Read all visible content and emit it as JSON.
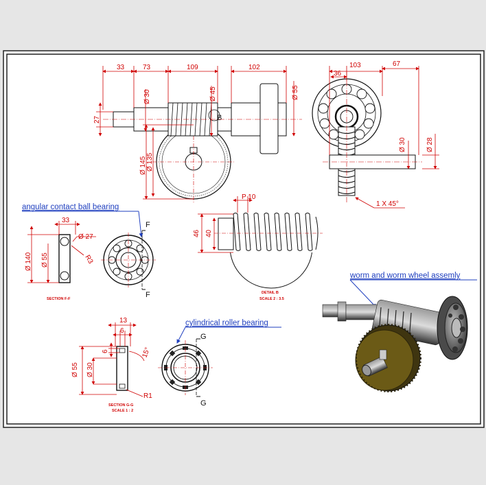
{
  "top_view": {
    "dims_top": [
      "33",
      "73",
      "109",
      "102"
    ],
    "dim_left": "27",
    "dia_30": "Ø 30",
    "dia_45": "Ø 45",
    "dia_55": "Ø 55",
    "dia_145": "Ø 145",
    "dia_135": "Ø 135",
    "detail_marker": "B"
  },
  "side_view": {
    "dim_103": "103",
    "dim_67": "67",
    "dim_36": "36",
    "dia_30": "Ø 30",
    "dia_28": "Ø 28",
    "chamfer": "1 X 45°"
  },
  "notes": {
    "angular_bearing": "angular contact ball bearing",
    "roller_bearing": "cylindrical roller bearing",
    "assembly": "worm and worm wheel assemly"
  },
  "section_f": {
    "dim_33": "33",
    "dia_27": "Ø 27",
    "dia_140": "Ø 140",
    "dia_55": "Ø 55",
    "radius": "R3",
    "cut_label": "F",
    "caption": "SECTION F-F"
  },
  "detail_b": {
    "pitch": "P 10",
    "dim_46": "46",
    "dim_40": "40",
    "caption_1": "DETAIL B",
    "caption_2": "SCALE 2 : 3.5"
  },
  "section_g": {
    "dim_13": "13",
    "dim_6a": "6",
    "dim_6b": "6",
    "dia_55": "Ø 55",
    "dia_30": "Ø 30",
    "angle": "15°",
    "radius": "R1",
    "cut_label": "G",
    "caption_1": "SECTION G-G",
    "caption_2": "SCALE 1 : 2"
  },
  "colors": {
    "dimension": "#d00000",
    "annotation": "#1f3fbf",
    "wheel": "#6b5a16",
    "frame": "#222222"
  }
}
